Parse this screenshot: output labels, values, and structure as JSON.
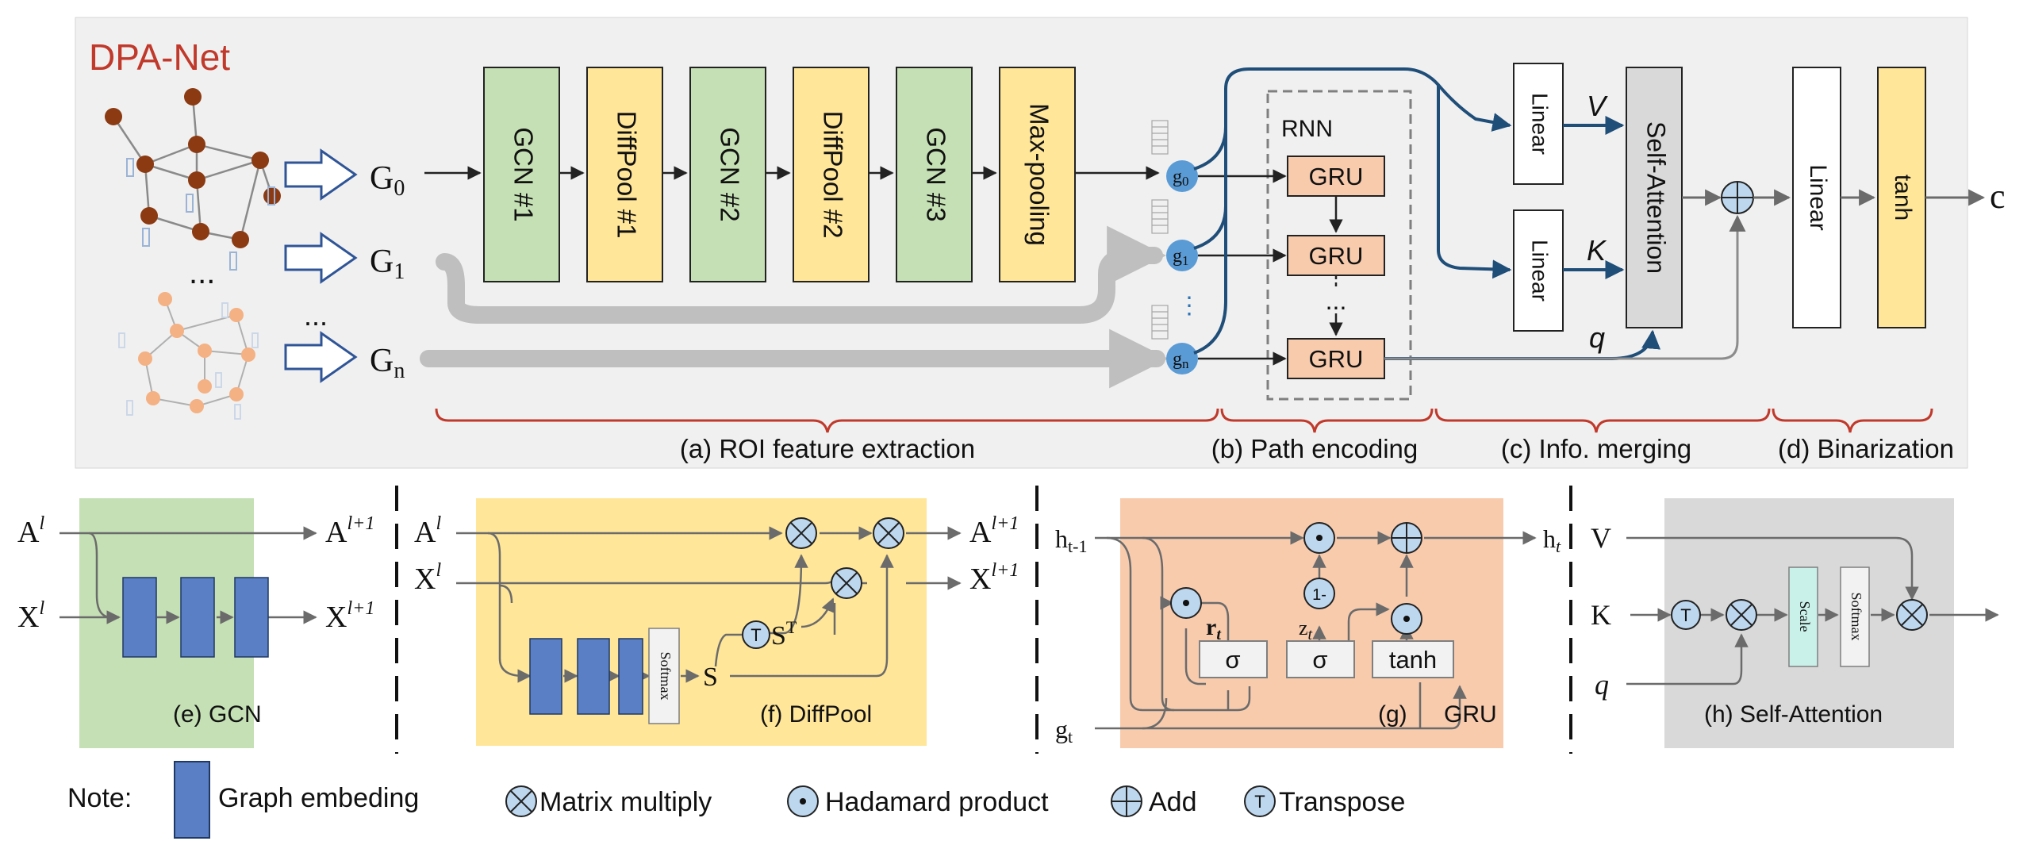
{
  "main": {
    "title": "DPA-Net",
    "graph_ellipsis": "...",
    "inputs_ellipsis": "...",
    "g0_sub": "0",
    "g1_sub": "1",
    "gn_sub": "n",
    "blocks": [
      "GCN #1",
      "DiffPool #1",
      "GCN #2",
      "DiffPool #2",
      "GCN #3",
      "Max-pooling"
    ],
    "node_subs": [
      "0",
      "1",
      "n"
    ],
    "nodes_ellipsis": "⋮",
    "rnn_label": "RNN",
    "gru_label": "GRU",
    "gru_ellipsis": "...",
    "linear_label": "Linear",
    "v_label": "V",
    "k_label": "K",
    "q_label": "q",
    "self_attention_label": "Self-Attention",
    "tanh_label": "tanh",
    "output_label": "c",
    "sections": [
      "(a) ROI feature extraction",
      "(b) Path encoding",
      "(c) Info. merging",
      "(d) Binarization"
    ]
  },
  "panels": {
    "e": {
      "a_in": "A",
      "x_in": "X",
      "a_out": "A",
      "x_out": "X",
      "sup_l": "l",
      "sup_l1": "l+1",
      "caption": "(e) GCN"
    },
    "f": {
      "a_in": "A",
      "x_in": "X",
      "a_out": "A",
      "x_out": "X",
      "sup_l": "l",
      "sup_l1": "l+1",
      "softmax": "Softmax",
      "s": "S",
      "t": "T",
      "caption": "(f) DiffPool"
    },
    "g": {
      "h_prev_base": "h",
      "h_prev_sub": "t-1",
      "g_base": "g",
      "g_sub": "t",
      "h_out_base": "h",
      "h_out_sub": "t",
      "sigma": "σ",
      "tanh": "tanh",
      "one_minus": "1-",
      "r_base": "r",
      "r_sub": "t",
      "z_base": "z",
      "z_sub": "t",
      "caption_g": "(g)",
      "caption": "GRU"
    },
    "h": {
      "v": "V",
      "k": "K",
      "q": "q",
      "t": "T",
      "scale": "Scale",
      "softmax": "Softmax",
      "caption": "(h) Self-Attention"
    }
  },
  "legend": {
    "note": "Note:",
    "graph_embedding": "Graph embeding",
    "matrix_multiply": "Matrix multiply",
    "hadamard": "Hadamard product",
    "add": "Add",
    "t": "T",
    "transpose": "Transpose"
  },
  "colors": {
    "title_red": "#c0392b",
    "gcn_green": "#c5e0b4",
    "pool_yellow": "#ffe699",
    "gru_orange": "#f8cbad",
    "node_blue": "#5b9bd5",
    "route_blue": "#1f4e79",
    "embedding_blue": "#5b7fc4",
    "operator_fill": "#bdd7ee"
  }
}
